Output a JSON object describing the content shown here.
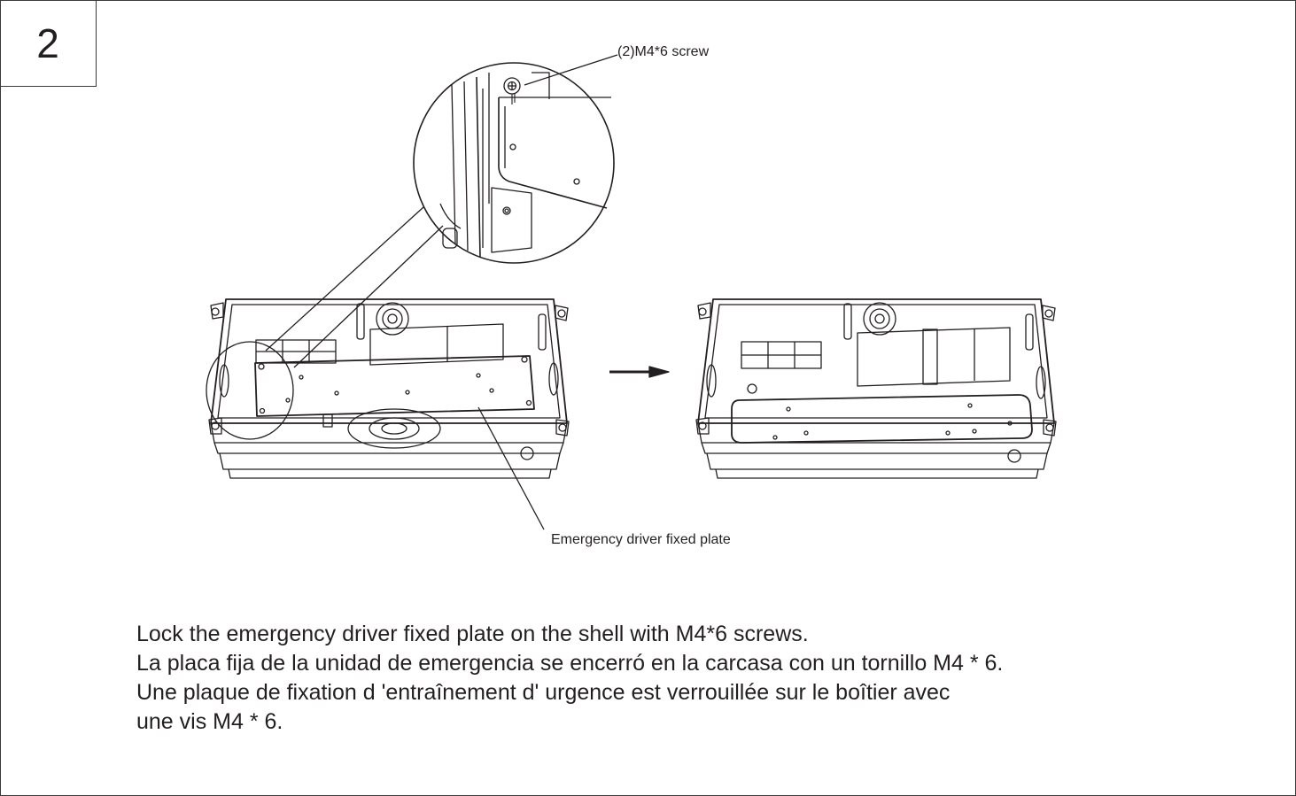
{
  "step": {
    "number": "2"
  },
  "callouts": {
    "screw": "(2)M4*6 screw",
    "plate": "Emergency driver fixed plate"
  },
  "instructions": [
    "Lock the emergency driver fixed plate on the shell with M4*6 screws.",
    "La placa fija de la unidad de emergencia se encerró en la carcasa con un tornillo M4 * 6.",
    "Une plaque de fixation d 'entraînement d' urgence est verrouillée sur le boîtier avec",
    "une vis M4 * 6."
  ]
}
